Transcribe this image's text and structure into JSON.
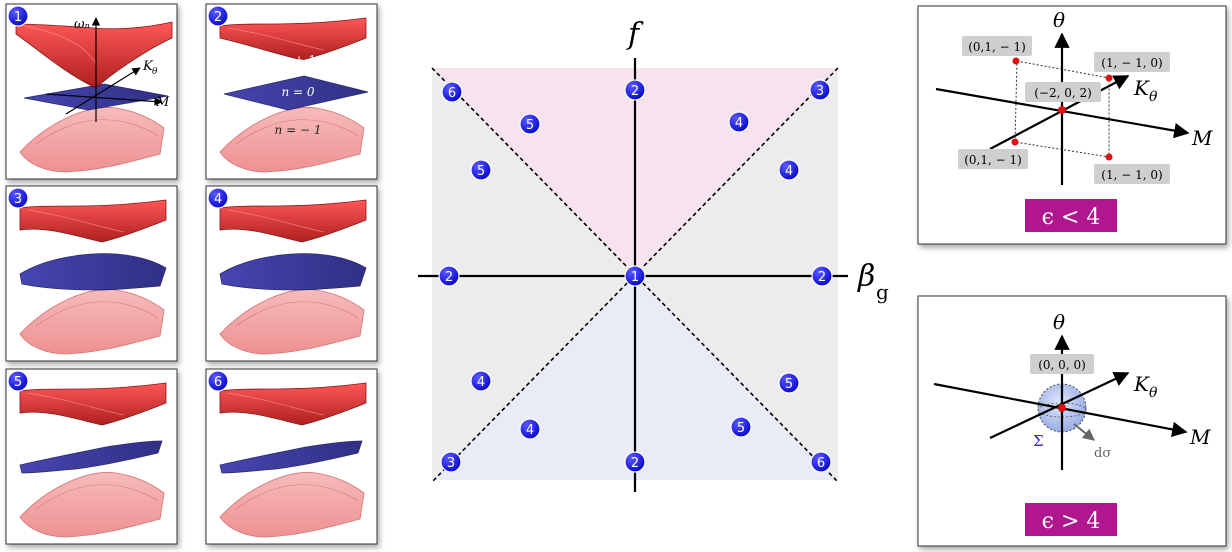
{
  "colors": {
    "badge_blue": "#1111dd",
    "upper_band": "#cc1111",
    "middle_band": "#2a2aa0",
    "lower_band": "#f2a6a6",
    "epsilon_box": "#b0178f",
    "pink_region": "#f6e3ee",
    "blue_region": "#e9ecf6",
    "grey_region": "#ececec",
    "red_point": "#e01010",
    "sphere": "#b8c6f0"
  },
  "band_panels": [
    {
      "id": "1",
      "labels": {
        "omega": "ωₙ",
        "k_theta": "K",
        "k_theta_sub": "θ",
        "m_axis": "M"
      }
    },
    {
      "id": "2",
      "labels": {
        "n_plus": "n = + 1",
        "n_zero": "n = 0",
        "n_minus": "n = − 1"
      }
    },
    {
      "id": "3"
    },
    {
      "id": "4"
    },
    {
      "id": "5"
    },
    {
      "id": "6"
    }
  ],
  "phase_diagram": {
    "y_axis_label": "f",
    "x_axis_label": "β",
    "x_axis_sub": "g",
    "badges": [
      "6",
      "2",
      "3",
      "5",
      "4",
      "5",
      "4",
      "2",
      "1",
      "2",
      "4",
      "5",
      "4",
      "5",
      "3",
      "2",
      "6"
    ]
  },
  "top_right": {
    "theta_label": "θ",
    "k_label": "K",
    "k_sub": "θ",
    "m_label": "M",
    "points": [
      "(0,1, − 1)",
      "(1, − 1, 0)",
      "(−2, 0, 2)",
      "(0,1, − 1)",
      "(1, − 1, 0)"
    ],
    "condition": "ϵ < 4"
  },
  "bottom_right": {
    "theta_label": "θ",
    "k_label": "K",
    "k_sub": "θ",
    "m_label": "M",
    "point": "(0, 0, 0)",
    "sigma_label": "Σ",
    "dsigma_label": "dσ",
    "condition": "ϵ > 4"
  }
}
